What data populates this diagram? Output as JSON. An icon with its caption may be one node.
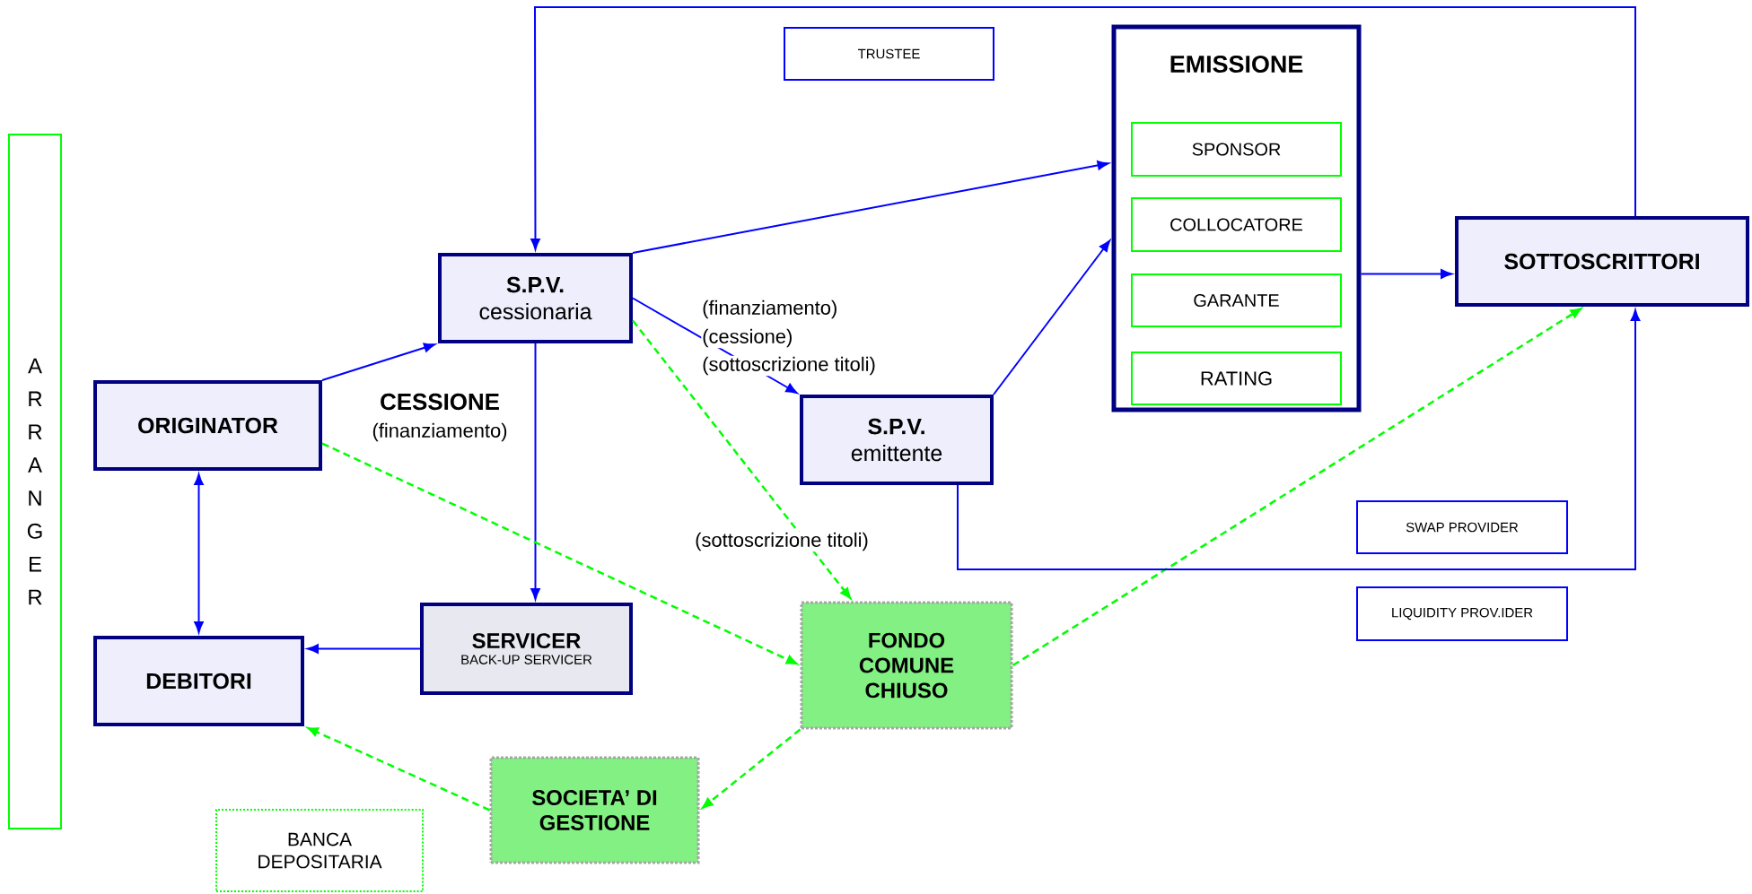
{
  "diagram": {
    "nodes": [
      {
        "text": [
          "A R R A N G E R"
        ]
      },
      {
        "text": [
          "TRUSTEE"
        ]
      },
      {
        "text": [
          "EMISSIONE"
        ]
      },
      {
        "text": [
          "SPONSOR"
        ],
        "in": 2
      },
      {
        "text": [
          "COLLOCATORE"
        ],
        "in": 2
      },
      {
        "text": [
          "GARANTE"
        ],
        "in": 2
      },
      {
        "text": [
          "RATING"
        ],
        "in": 2
      },
      {
        "text": [
          "S.P.V.",
          "cessionaria"
        ]
      },
      {
        "text": [
          "ORIGINATOR"
        ]
      },
      {
        "text": [
          "S.P.V.",
          "emittente"
        ]
      },
      {
        "text": [
          "SOTTOSCRITTORI"
        ]
      },
      {
        "text": [
          "DEBITORI"
        ]
      },
      {
        "text": [
          "SERVICER",
          "BACK-UP SERVICER"
        ]
      },
      {
        "text": [
          "FONDO COMUNE CHIUSO"
        ]
      },
      {
        "text": [
          "SOCIETA’ DI GESTIONE"
        ]
      },
      {
        "text": [
          "BANCA DEPOSITARIA"
        ]
      },
      {
        "text": [
          "SWAP PROVIDER"
        ]
      },
      {
        "text": [
          "LIQUIDITY PROV.IDER"
        ]
      }
    ],
    "edges": [
      {
        "from": 10,
        "to": 7,
        "arrow": "to"
      },
      {
        "from": 7,
        "to": 2,
        "arrow": "to"
      },
      {
        "from": 8,
        "to": 7,
        "arrow": "to"
      },
      {
        "from": 7,
        "to": 9,
        "arrow": "to"
      },
      {
        "from": 9,
        "to": 2,
        "arrow": "to"
      },
      {
        "from": 2,
        "to": 10,
        "arrow": "to"
      },
      {
        "from": 7,
        "to": 12,
        "arrow": "to"
      },
      {
        "from": 8,
        "to": 11,
        "arrow": "both"
      },
      {
        "from": 12,
        "to": 11,
        "arrow": "to"
      },
      {
        "from": 8,
        "to": 13,
        "arrow": "to",
        "style": "dashed",
        "color": "#00ff00"
      },
      {
        "from": 7,
        "to": 13,
        "arrow": "to",
        "style": "dashed",
        "color": "#00ff00"
      },
      {
        "from": 13,
        "to": 10,
        "arrow": "to",
        "style": "dashed",
        "color": "#00ff00"
      },
      {
        "from": 13,
        "to": 14,
        "arrow": "to",
        "style": "dashed",
        "color": "#00ff00"
      },
      {
        "from": 14,
        "to": 11,
        "arrow": "to",
        "style": "dashed",
        "color": "#00ff00"
      },
      {
        "from": 9,
        "to": 10,
        "arrow": "to"
      }
    ],
    "labels": [
      "CESSIONE",
      "(finanziamento)",
      "(finanziamento)",
      "(cessione)",
      "(sottoscrizione titoli)",
      "(sottoscrizione titoli)"
    ]
  }
}
